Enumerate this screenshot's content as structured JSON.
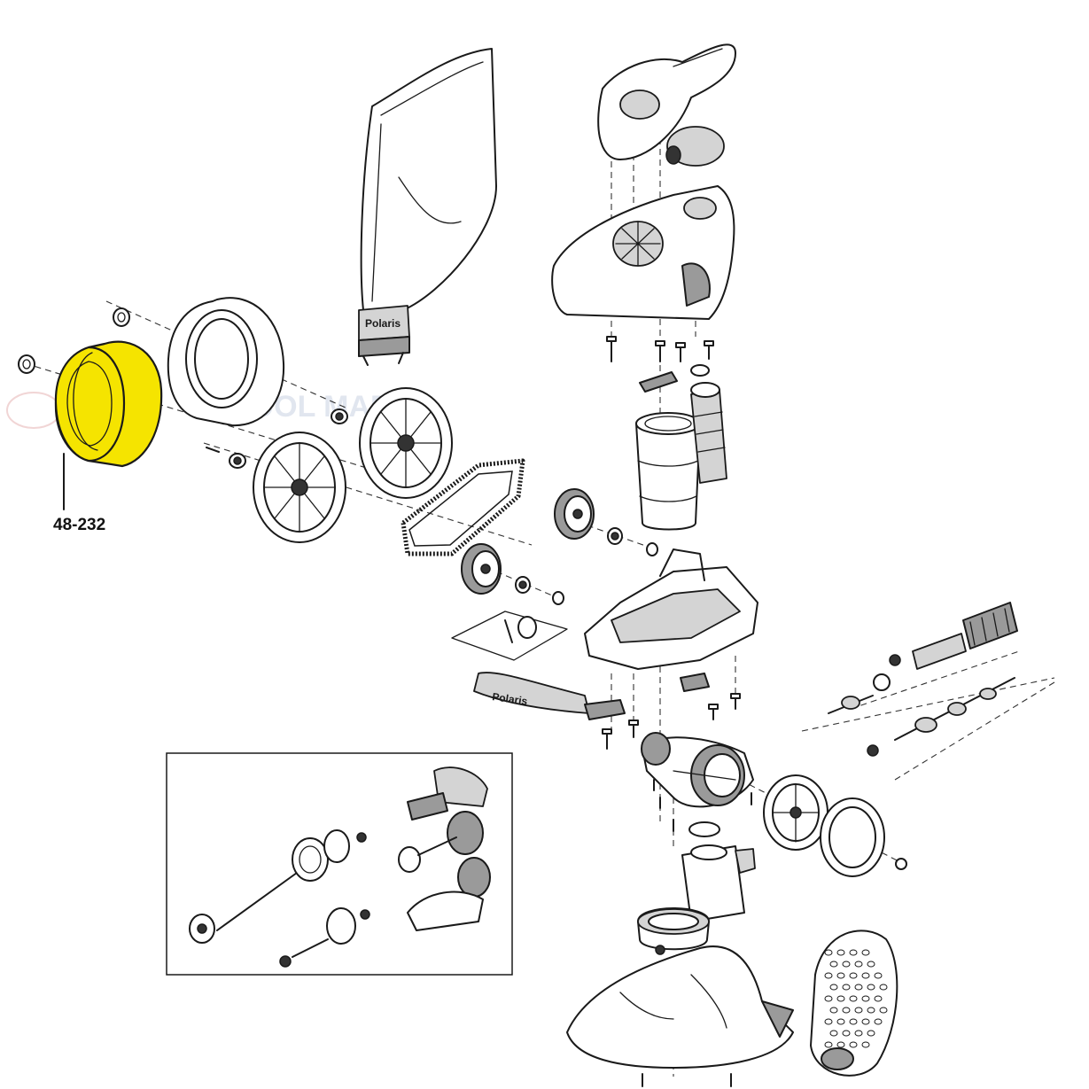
{
  "callout": {
    "part_number": "48-232",
    "highlight_color": "#f5e400"
  },
  "brand_labels": {
    "bag_label": "Polaris",
    "bumper_label": "Polaris"
  },
  "watermark": {
    "text": "POOL MART",
    "color": "#c9d3e3"
  }
}
